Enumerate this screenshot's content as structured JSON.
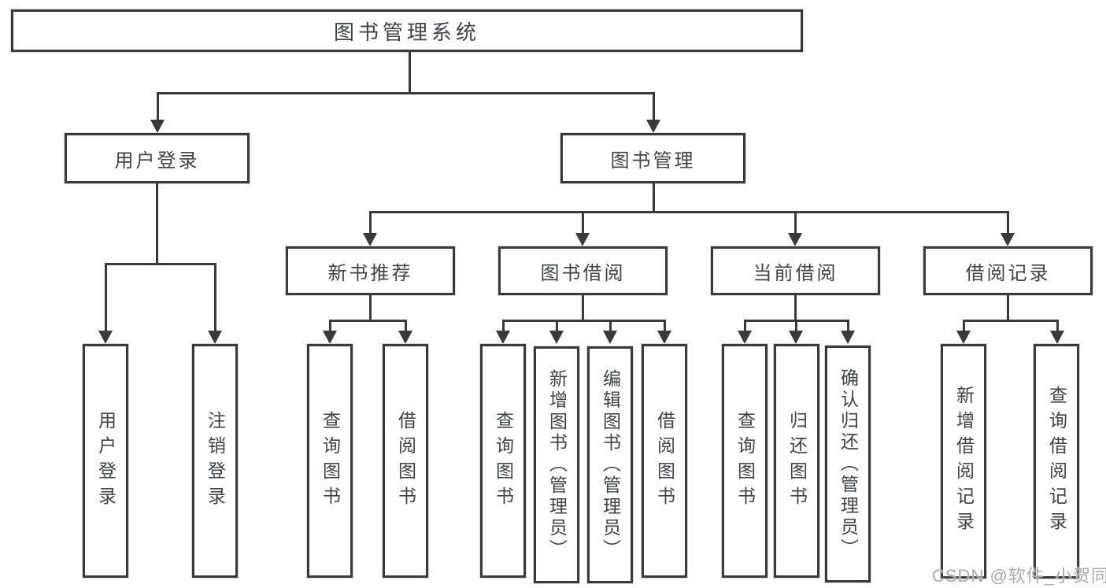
{
  "tree": {
    "root": "图书管理系统",
    "branches": [
      {
        "label": "用户登录",
        "leaves": [
          "用户登录",
          "注销登录"
        ]
      },
      {
        "label": "图书管理",
        "groups": [
          {
            "label": "新书推荐",
            "leaves": [
              "查询图书",
              "借阅图书"
            ]
          },
          {
            "label": "图书借阅",
            "leaves": [
              "查询图书",
              "新增图书（管理员）",
              "编辑图书（管理员）",
              "借阅图书"
            ]
          },
          {
            "label": "当前借阅",
            "leaves": [
              "查询图书",
              "归还图书",
              "确认归还（管理员）"
            ]
          },
          {
            "label": "借阅记录",
            "leaves": [
              "新增借阅记录",
              "查询借阅记录"
            ]
          }
        ]
      }
    ]
  },
  "watermark": {
    "text": "CSDN @软件_小贺同学"
  },
  "colors": {
    "line": "#3a3a3a",
    "text": "#3e434b",
    "background": "#ffffff",
    "watermark": "#a9a9a9"
  }
}
